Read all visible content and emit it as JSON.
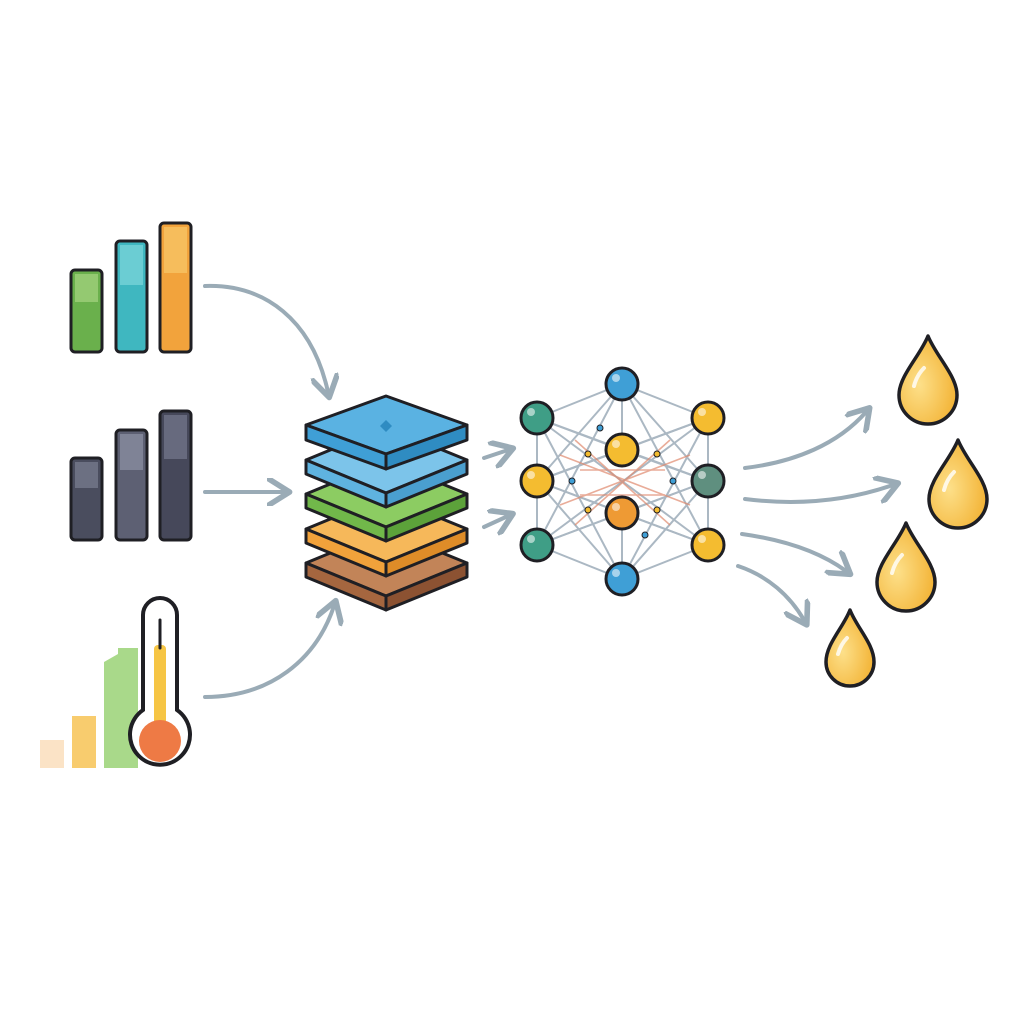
{
  "colors": {
    "background": "#ffffff",
    "outline": "#1f1f24",
    "arrow": "#9aabb6",
    "green": "#6ab04c",
    "teal": "#3fb7c0",
    "orange": "#f2a33c",
    "slate": "#4a4d5e",
    "layer_blue": "#4fa9dc",
    "layer_green": "#71b84a",
    "layer_orange": "#f1a23b",
    "layer_brown": "#a5663f",
    "node_blue": "#3f9fd6",
    "node_teal": "#3f9e86",
    "node_yellow": "#f4bc30",
    "node_orange": "#ee9a34",
    "drop": "#f6bb3c",
    "thermo_red": "#ee7a45",
    "thermo_yellow": "#f6c544"
  },
  "diagram": {
    "inputs": [
      {
        "name": "colored-bar-chart",
        "icon": "bar-chart-icon"
      },
      {
        "name": "gray-bar-chart",
        "icon": "bar-chart-icon"
      },
      {
        "name": "temperature-chart",
        "icon": "thermometer-icon"
      }
    ],
    "processing": [
      {
        "name": "layer-stack",
        "icon": "layers-icon"
      },
      {
        "name": "neural-network",
        "icon": "network-icon"
      }
    ],
    "outputs": [
      {
        "name": "oil-drop-1",
        "icon": "droplet-icon"
      },
      {
        "name": "oil-drop-2",
        "icon": "droplet-icon"
      },
      {
        "name": "oil-drop-3",
        "icon": "droplet-icon"
      },
      {
        "name": "oil-drop-4",
        "icon": "droplet-icon"
      }
    ]
  }
}
